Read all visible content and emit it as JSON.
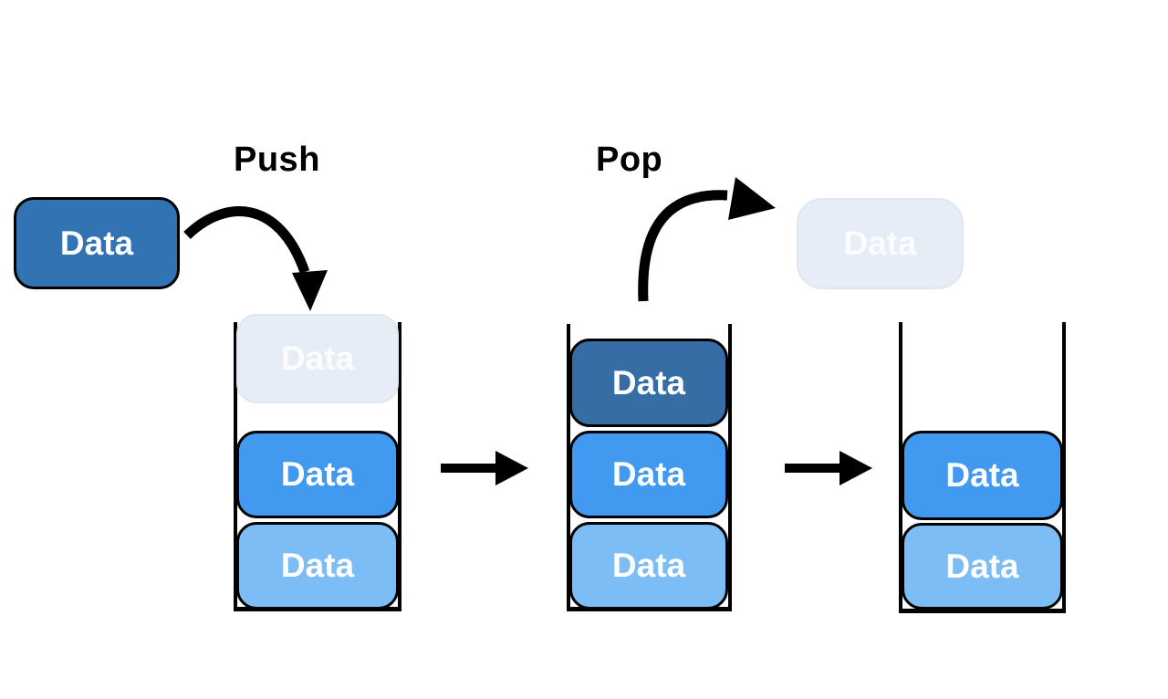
{
  "diagram": {
    "title_implicit": "Stack push and pop operation diagram",
    "push_label": "Push",
    "pop_label": "Pop",
    "incoming_box": {
      "label": "Data",
      "style": "dark-incoming"
    },
    "popped_box": {
      "label": "Data",
      "style": "ghost"
    },
    "stacks": [
      {
        "name": "stack-before-push",
        "slots": [
          {
            "label": "Data",
            "style": "ghost"
          },
          {
            "label": "Data",
            "style": "medium"
          },
          {
            "label": "Data",
            "style": "light"
          }
        ]
      },
      {
        "name": "stack-after-push",
        "slots": [
          {
            "label": "Data",
            "style": "dark"
          },
          {
            "label": "Data",
            "style": "medium"
          },
          {
            "label": "Data",
            "style": "light"
          }
        ]
      },
      {
        "name": "stack-after-pop",
        "slots": [
          {
            "label": "Data",
            "style": "medium"
          },
          {
            "label": "Data",
            "style": "light"
          }
        ]
      }
    ],
    "colors": {
      "incoming_dark_blue": "#3273B4",
      "stack_top_dark_blue": "#356DA4",
      "medium_blue": "#4299F0",
      "light_blue": "#7CBDF5",
      "ghost_blue": "#E7EDF7",
      "arrow_and_outline": "#000000",
      "background": "#FFFFFF"
    }
  }
}
